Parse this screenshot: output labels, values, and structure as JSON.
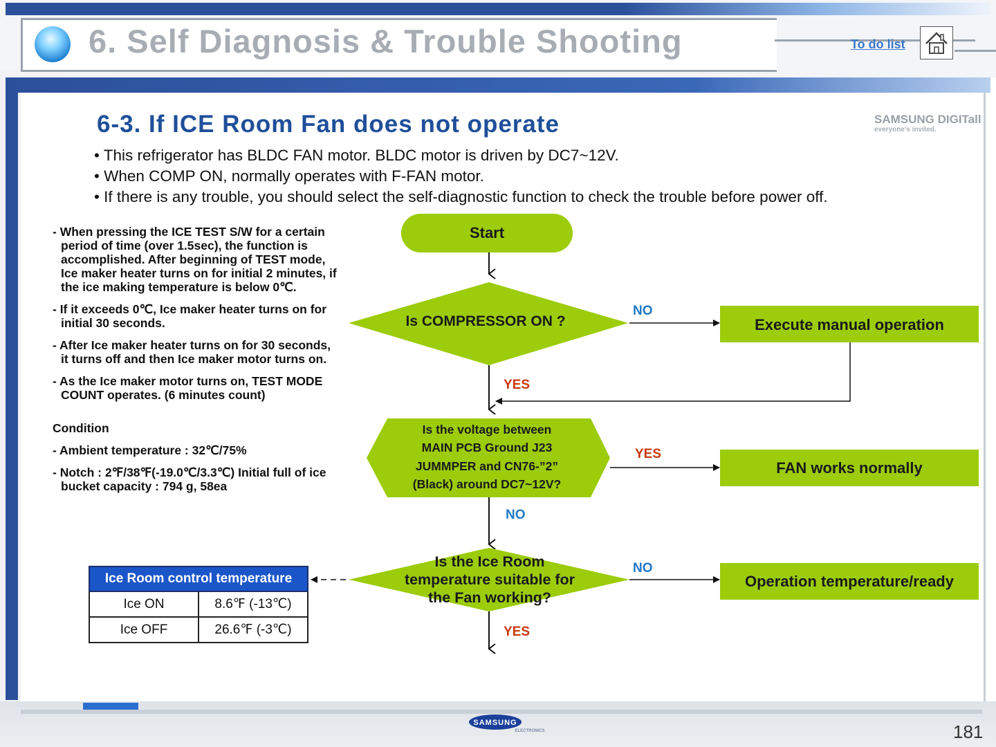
{
  "header": {
    "title": "6. Self Diagnosis & Trouble Shooting",
    "todo_link": "To do list",
    "home_icon": "home-icon"
  },
  "section": {
    "subtitle": "6-3. If ICE Room Fan does not operate",
    "bullets": [
      "• This refrigerator has BLDC FAN motor. BLDC motor is driven by DC7~12V.",
      "• When COMP ON, normally operates with F-FAN motor.",
      "• If there is any trouble, you should select the self-diagnostic function to check the trouble before power off."
    ]
  },
  "notes": {
    "items": [
      "- When pressing the ICE TEST S/W for a certain period of time (over 1.5sec), the function is accomplished. After beginning of TEST mode, Ice maker heater turns on for initial 2 minutes, if the ice making temperature is below 0℃.",
      "- If it exceeds 0℃, Ice maker heater turns on for initial 30 seconds.",
      "- After Ice maker heater turns on for 30 seconds, it turns off and then Ice maker motor turns on.",
      "- As the Ice maker motor turns on, TEST MODE COUNT operates. (6 minutes count)"
    ],
    "condition_title": "Condition",
    "conditions": [
      "- Ambient temperature : 32℃/75%",
      "- Notch : 2℉/38℉(-19.0℃/3.3℃) Initial full of ice bucket capacity : 794 g, 58ea"
    ]
  },
  "flow": {
    "start": "Start",
    "decision1": "Is COMPRESSOR ON ?",
    "decision1_no": "NO",
    "decision1_yes": "YES",
    "action1": "Execute manual operation",
    "decision2_lines": [
      "Is the voltage between",
      "MAIN PCB Ground J23",
      "JUMMPER and CN76-”2”",
      "(Black) around DC7~12V?"
    ],
    "decision2_yes": "YES",
    "decision2_no": "NO",
    "action2": "FAN works normally",
    "decision3_lines": [
      "Is the Ice Room",
      "temperature suitable for",
      "the Fan working?"
    ],
    "decision3_no": "NO",
    "decision3_yes": "YES",
    "action3": "Operation temperature/ready",
    "colors": {
      "shape_fill": "#9ccc0a",
      "yes": "#c8360e",
      "no": "#1f78c8"
    }
  },
  "temp_table": {
    "header": "Ice Room control temperature",
    "rows": [
      {
        "label": "Ice ON",
        "value": "8.6℉ (-13℃)"
      },
      {
        "label": "Ice OFF",
        "value": "26.6℉ (-3℃)"
      }
    ]
  },
  "footer": {
    "page_number": "181",
    "brand": "SAMSUNG",
    "brand_sub": "ELECTRONICS",
    "top_brand": "SAMSUNG DIGITall",
    "top_brand_sub": "everyone's invited."
  }
}
